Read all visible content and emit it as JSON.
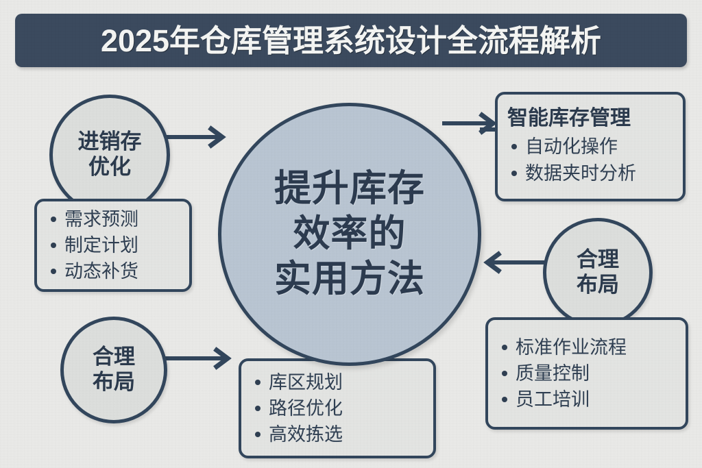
{
  "title": {
    "text": "2025年仓库管理系统设计全流程解析"
  },
  "core": {
    "lines": [
      "提升库存",
      "效率的",
      "实用方法"
    ]
  },
  "nodes": {
    "top_left_circle": {
      "lines": [
        "进销存",
        "优化"
      ]
    },
    "bottom_left_circle": {
      "lines": [
        "合理",
        "布局"
      ]
    },
    "right_circle": {
      "lines": [
        "合理",
        "布局"
      ]
    }
  },
  "panels": {
    "left": {
      "items": [
        "需求预测",
        "制定计划",
        "动态补货"
      ]
    },
    "top_right": {
      "heading": "智能库存管理",
      "items": [
        "自动化操作",
        "数据夹时分析"
      ]
    },
    "bottom_center": {
      "items": [
        "库区规划",
        "路径优化",
        "高效拣选"
      ]
    },
    "bottom_right": {
      "items": [
        "标准作业流程",
        "质量控制",
        "员工培训"
      ]
    }
  },
  "colors": {
    "background": "#e9e9e7",
    "ink": "#32465c",
    "title_bar": "#3b4a5e",
    "title_text": "#f4f5f3",
    "core_fill": "#b9c5d2",
    "node_fill": "#dcdedc",
    "panel_fill": "#e3e4e2"
  },
  "arrows": [
    {
      "name": "arrow-top-left-to-core",
      "direction": "right"
    },
    {
      "name": "arrow-core-to-top-right",
      "direction": "right"
    },
    {
      "name": "arrow-right-circle-to-core",
      "direction": "left"
    },
    {
      "name": "arrow-bottom-left-to-bottom-center",
      "direction": "right"
    }
  ]
}
